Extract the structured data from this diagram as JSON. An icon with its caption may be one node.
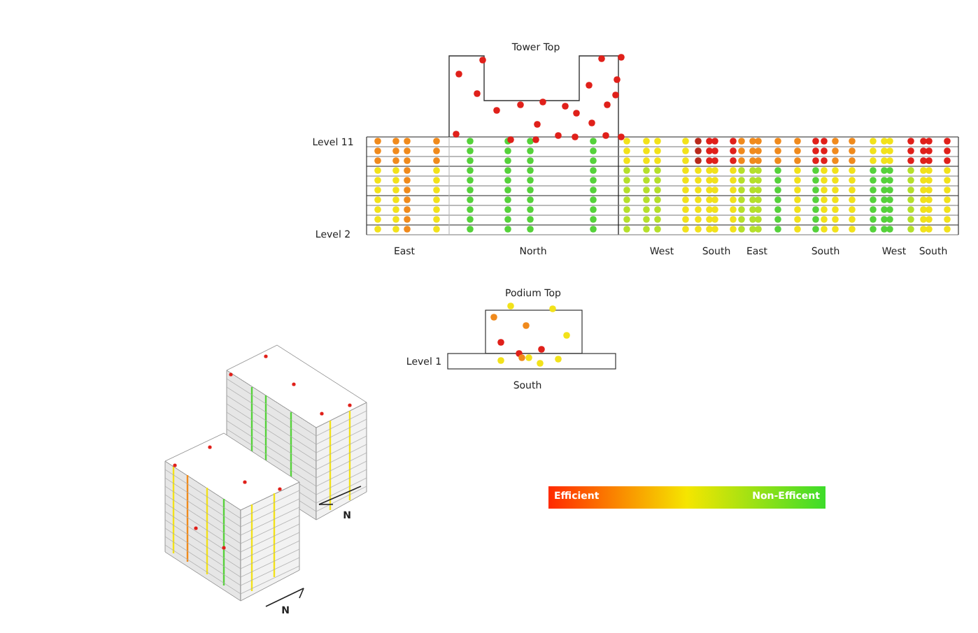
{
  "diagram": {
    "labels": [
      "Tower Top",
      "Level 11",
      "Level 2",
      "East",
      "North",
      "West",
      "South",
      "East",
      "South",
      "West",
      "South",
      "Podium Top",
      "Level 1",
      "South",
      "N",
      "N"
    ],
    "legend": [
      {
        "text": "Efficient",
        "color": "#ff2a00"
      },
      {
        "text": "Non-Efficent",
        "color": "#3ddc2a"
      }
    ]
  }
}
